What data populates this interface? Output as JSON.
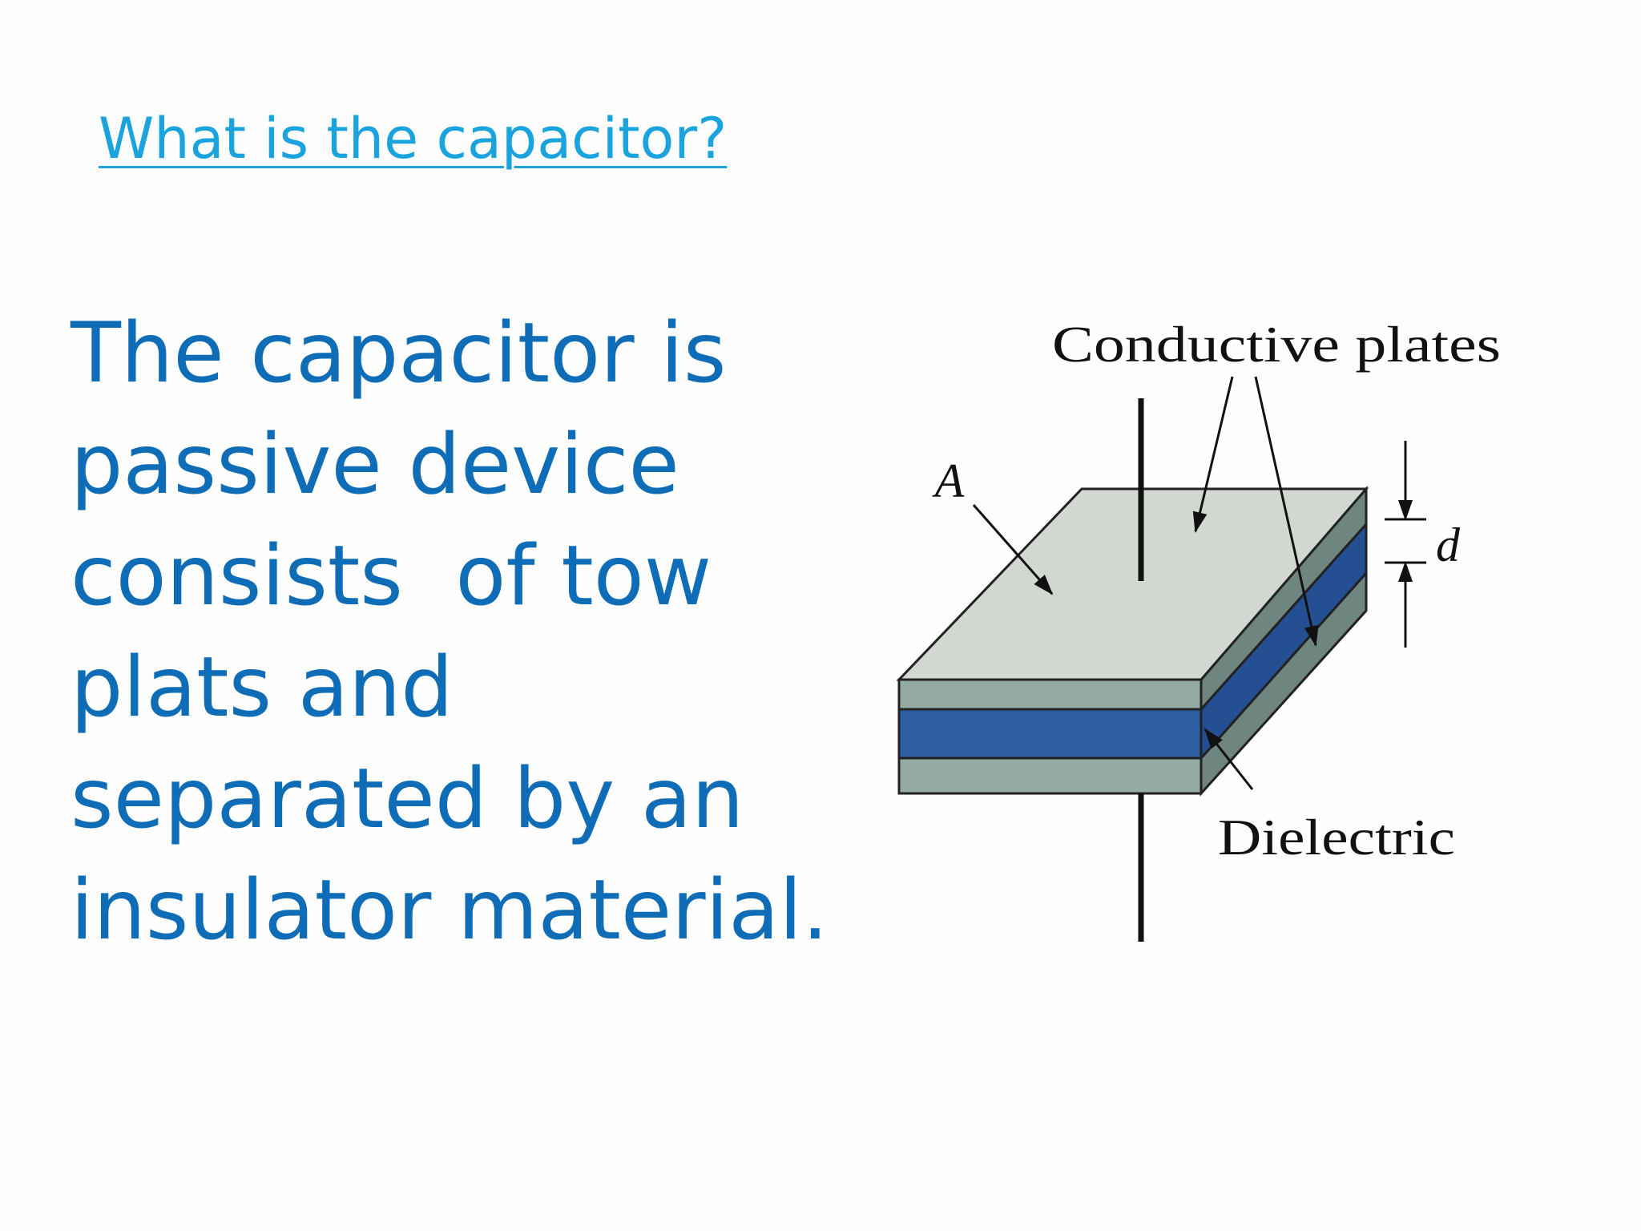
{
  "slide": {
    "title": "What is the capacitor?",
    "body_lines": [
      "The capacitor is",
      "passive device",
      "consists  of tow",
      "plats and",
      "separated by an",
      "insulator material."
    ]
  },
  "diagram": {
    "labels": {
      "conductive_plates": "Conductive plates",
      "area": "A",
      "separation": "d",
      "dielectric": "Dielectric"
    },
    "colors": {
      "top_plate": "#d2d7d2",
      "plate_edge": "#93aba3",
      "plate_side": "#6f8580",
      "dielectric_front": "#2e5fa3",
      "dielectric_side": "#244f92",
      "text": "#0f6cb7",
      "title": "#1aa3dc"
    }
  }
}
